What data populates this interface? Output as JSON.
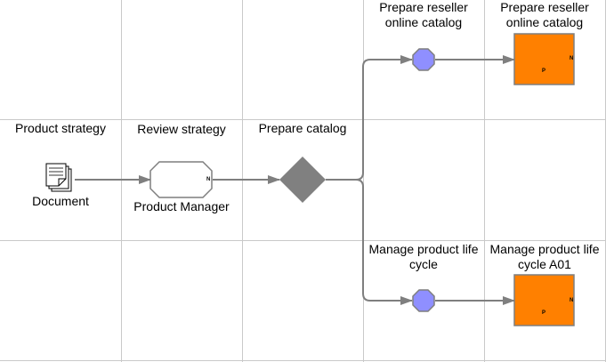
{
  "colors": {
    "grid": "#c9c9c9",
    "connector": "#7f7f7f",
    "gateway": "#808080",
    "event": "#8f8fff",
    "activity": "#ff8000"
  },
  "labels": {
    "product_strategy": "Product strategy",
    "review_strategy": "Review strategy",
    "prepare_catalog": "Prepare catalog",
    "prepare_reseller_event": "Prepare reseller online catalog",
    "prepare_reseller_activity": "Prepare reseller online catalog",
    "manage_life_cycle_event": "Manage product life cycle",
    "manage_life_cycle_activity": "Manage product life cycle A01",
    "document": "Document",
    "product_manager": "Product Manager"
  },
  "markers": {
    "review_n": "N",
    "activity1_n": "N",
    "activity1_p": "P",
    "activity2_n": "N",
    "activity2_p": "P"
  },
  "icons": {
    "document": "document-icon",
    "task": "task-shape",
    "gateway": "gateway-diamond",
    "event": "intermediate-event-octagon",
    "activity": "activity-box"
  }
}
